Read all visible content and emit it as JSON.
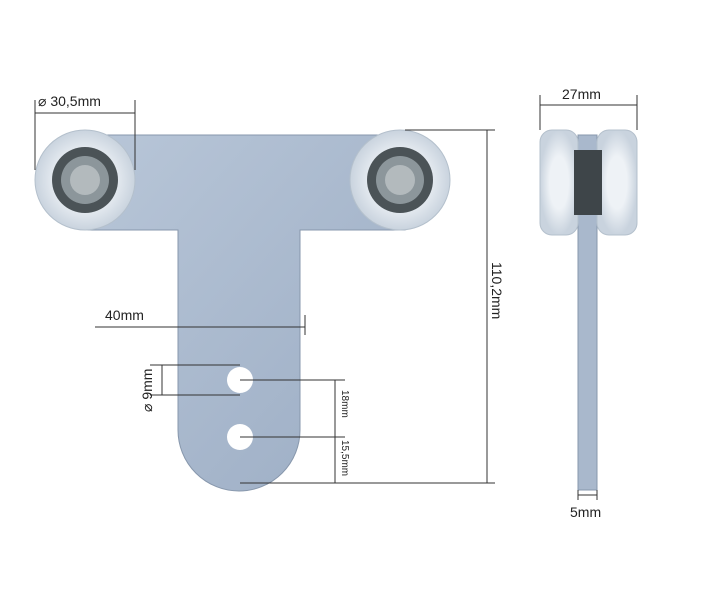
{
  "labels": {
    "roller_diameter": "⌀ 30,5mm",
    "stem_width": "40mm",
    "hole_diameter": "⌀ 9mm",
    "hole_spacing": "18mm",
    "hole_to_edge": "15,5mm",
    "total_height": "110,2mm",
    "side_width": "27mm",
    "plate_thickness": "5mm"
  },
  "colors": {
    "plate": "#a9b8cc",
    "roller": "#dfe6ee",
    "bearing": "#6f7a80"
  }
}
